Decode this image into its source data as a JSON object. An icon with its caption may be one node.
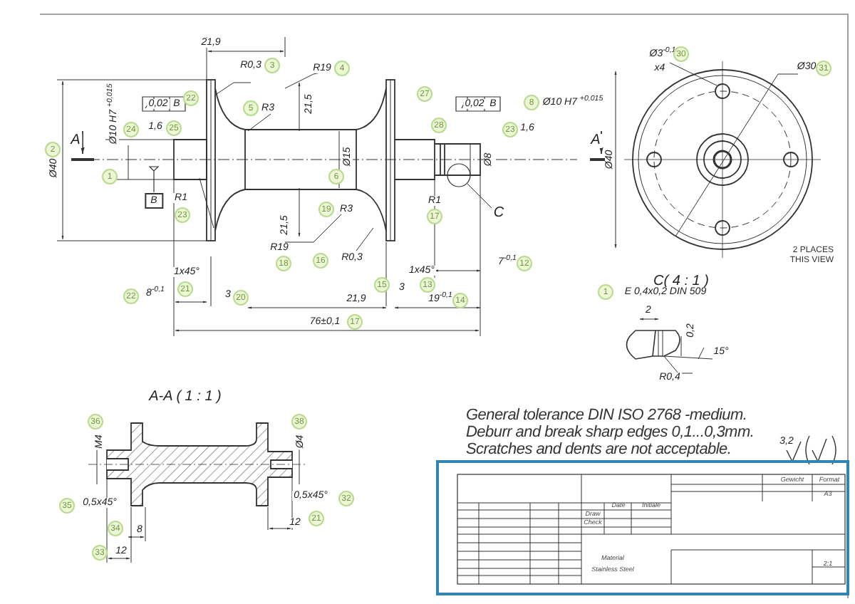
{
  "diagram": {
    "labels": [
      "21,9",
      "R0,3",
      "3",
      "R19",
      "4",
      "0,02",
      "B",
      "22",
      "Ø10 H7 $^{+0,015}$",
      "24",
      "1,6",
      "25",
      "5",
      "R3",
      "21,5",
      "27",
      "0,02",
      "B",
      "8",
      "Ø10 H7 $^{+0,015}$",
      "28",
      "23",
      "1,6",
      "2",
      "Ø40",
      "A",
      "1",
      "Ø15",
      "6",
      "Ø8",
      "A",
      "B",
      "R1",
      "23",
      "21,5",
      "19",
      "R3",
      "R1",
      "17",
      "C",
      "R19",
      "18",
      "16",
      "R0,3",
      "1x45°",
      "21",
      "15",
      "3",
      "1x45°",
      "13",
      "7$^{-0,1}$",
      "12",
      "22",
      "8$^{-0,1}$",
      "3",
      "20",
      "21,9",
      "19$^{-0,1}$",
      "14",
      "76±0,1",
      "17",
      "Ø3$^{-0,1}$",
      "30",
      "x4",
      "Ø30",
      "31",
      "Ø40",
      "2 PLACES THIS VIEW",
      "C( 4 : 1 )",
      "1",
      "E 0,4x0,2 DIN 509",
      "2",
      "0,2",
      "15°",
      "R0,4",
      "A-A ( 1 : 1 )",
      "36",
      "M4",
      "38",
      "Ø4",
      "35",
      "0,5x45°",
      "0,5x45°",
      "32",
      "34",
      "8",
      "12",
      "21",
      "33",
      "12",
      "General tolerance DIN ISO 2768 -medium.",
      "Deburr and break sharp edges 0,1...0,3mm.",
      "Scratches and dents are not acceptable.",
      "3,2",
      "Gewicht",
      "Format",
      "A3",
      "Date",
      "Initiale",
      "Draw",
      "Check",
      "Material",
      "Stainless Steel",
      "2:1"
    ]
  }
}
